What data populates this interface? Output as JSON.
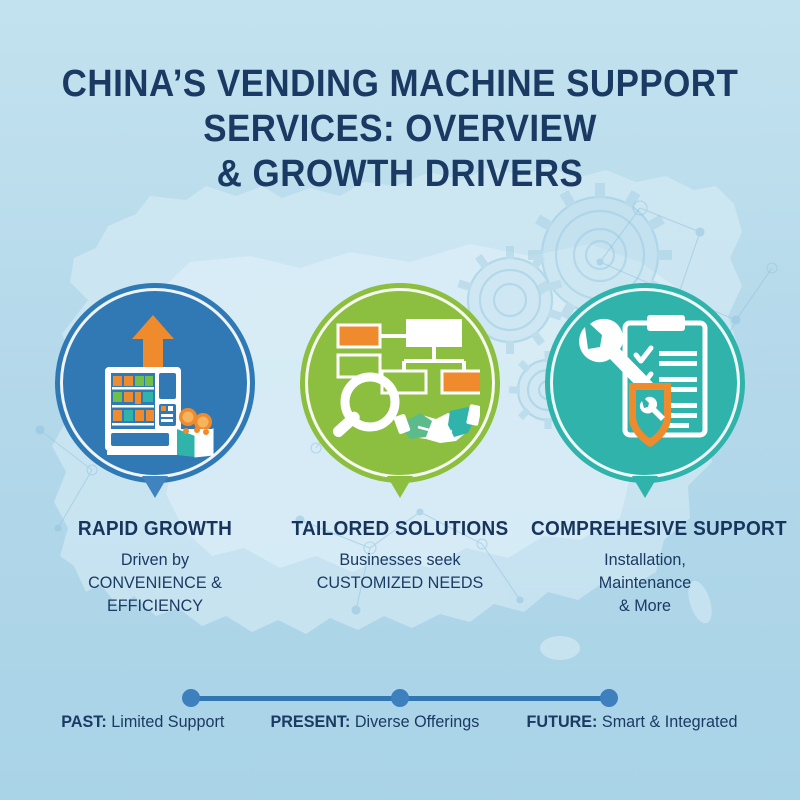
{
  "meta": {
    "domain": "infographic",
    "background_color": "#b4d9ea",
    "navy": "#1b3a63",
    "orange": "#ef8b2c",
    "white": "#ffffff"
  },
  "title": {
    "lines": [
      "CHINA’S VENDING MACHINE SUPPORT",
      "SERVICES:  OVERVIEW",
      "& GROWTH DRIVERS"
    ],
    "color": "#1b3a63"
  },
  "background": {
    "map_name": "china-map-silhouette",
    "map_color": "#cfe7f3",
    "gear_color": "#a9d2e6",
    "network_color": "#a6cfe4"
  },
  "pillars": [
    {
      "id": "rapid-growth",
      "icon": "vending-machine-icon",
      "color": "#2f79b5",
      "ring_color": "#2f79b5",
      "pointer_color": "#3f83bf",
      "heading": "RAPID GROWTH",
      "body_lines": [
        "Driven by",
        "CONVENIENCE &",
        "EFFICIENCY"
      ]
    },
    {
      "id": "tailored-solutions",
      "icon": "flowchart-magnifier-handshake-icon",
      "color": "#8cbf3f",
      "ring_color": "#8cbf3f",
      "pointer_color": "#8cbf3f",
      "heading": "TAILORED SOLUTIONS",
      "body_lines": [
        "Businesses seek",
        "CUSTOMIZED NEEDS"
      ]
    },
    {
      "id": "comprehesive-support",
      "icon": "wrench-clipboard-shield-icon",
      "color": "#2fb3ab",
      "ring_color": "#2fb3ab",
      "pointer_color": "#2fb3ab",
      "heading": "COMPREHESIVE SUPPORT",
      "body_lines": [
        "Installation,",
        "Maintenance",
        "& More"
      ]
    }
  ],
  "timeline": {
    "line_color": "#2f76b3",
    "dot_color": "#3e7fbd",
    "points": [
      {
        "stage": "PAST:",
        "text": " Limited Support"
      },
      {
        "stage": "PRESENT:",
        "text": " Diverse Offerings"
      },
      {
        "stage": "FUTURE:",
        "text": " Smart & Integrated"
      }
    ]
  }
}
